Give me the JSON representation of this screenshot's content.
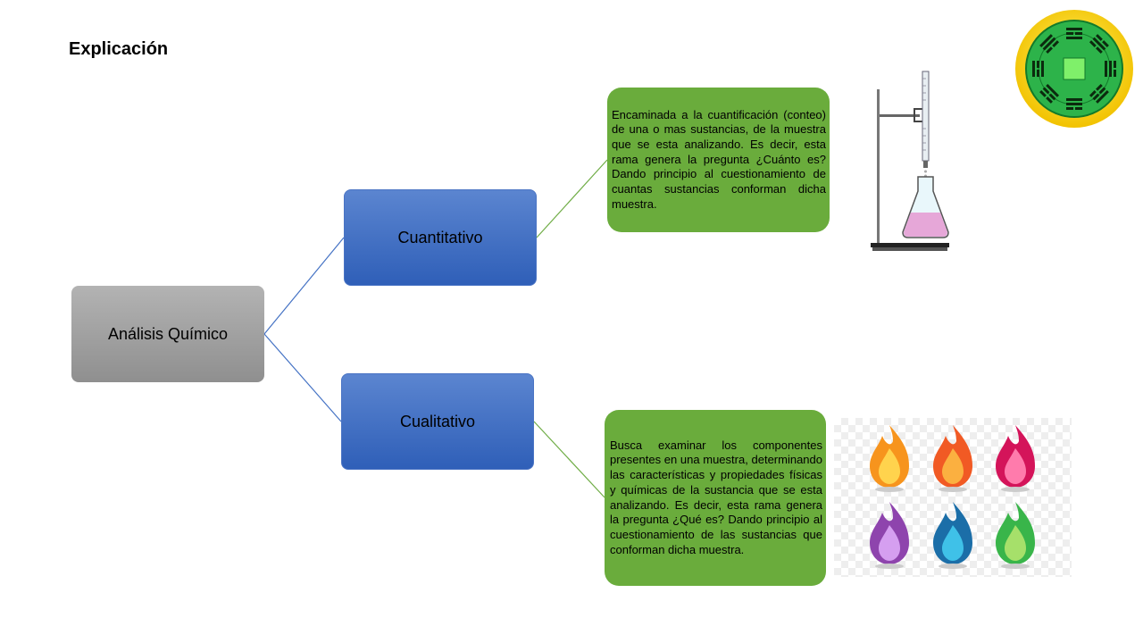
{
  "title": "Explicación",
  "diagram": {
    "root": "Análisis Químico",
    "branches": [
      {
        "label": "Cuantitativo",
        "description": "Encaminada a la cuantificación (conteo) de una o mas sustancias, de la muestra que se esta analizando. Es decir, esta rama genera la pregunta ¿Cuánto es? Dando principio al cuestionamiento de cuantas sustancias conforman dicha muestra."
      },
      {
        "label": "Cualitativo",
        "description": "Busca examinar los componentes presentes en una muestra, determinando las características y propiedades físicas y químicas de la sustancia que se esta analizando. Es decir, esta rama genera la pregunta ¿Qué es? Dando principio al cuestionamiento de las sustancias que conforman dicha muestra."
      }
    ]
  },
  "colors": {
    "root_fill": "#a0a0a0",
    "branch_fill": "#4472c4",
    "description_fill": "#6aac3c",
    "connector_root": "#4472c4",
    "connector_branch": "#70ad47"
  },
  "images": {
    "logo": "bagua-emblem-logo",
    "lab": "titration-stand-icon",
    "flames": [
      "orange-flame",
      "orange-red-flame",
      "pink-flame",
      "purple-flame",
      "blue-flame",
      "green-flame"
    ]
  }
}
